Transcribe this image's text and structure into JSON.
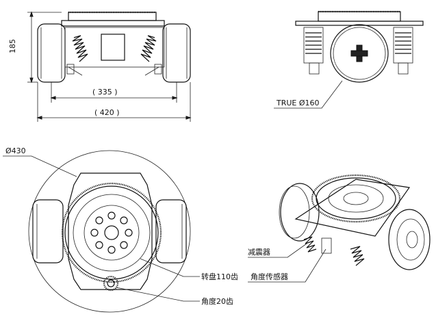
{
  "dimensions": {
    "height": "185",
    "track_inner": "( 335 )",
    "track_outer": "( 420 )",
    "wheel_dia": "TRUE  Ø160",
    "turntable_dia": "Ø430"
  },
  "callouts": {
    "damper": "减震器",
    "angle_sensor": "角度传感器",
    "turntable_gear": "转盘110齿",
    "angle_gear": "角度20齿"
  }
}
